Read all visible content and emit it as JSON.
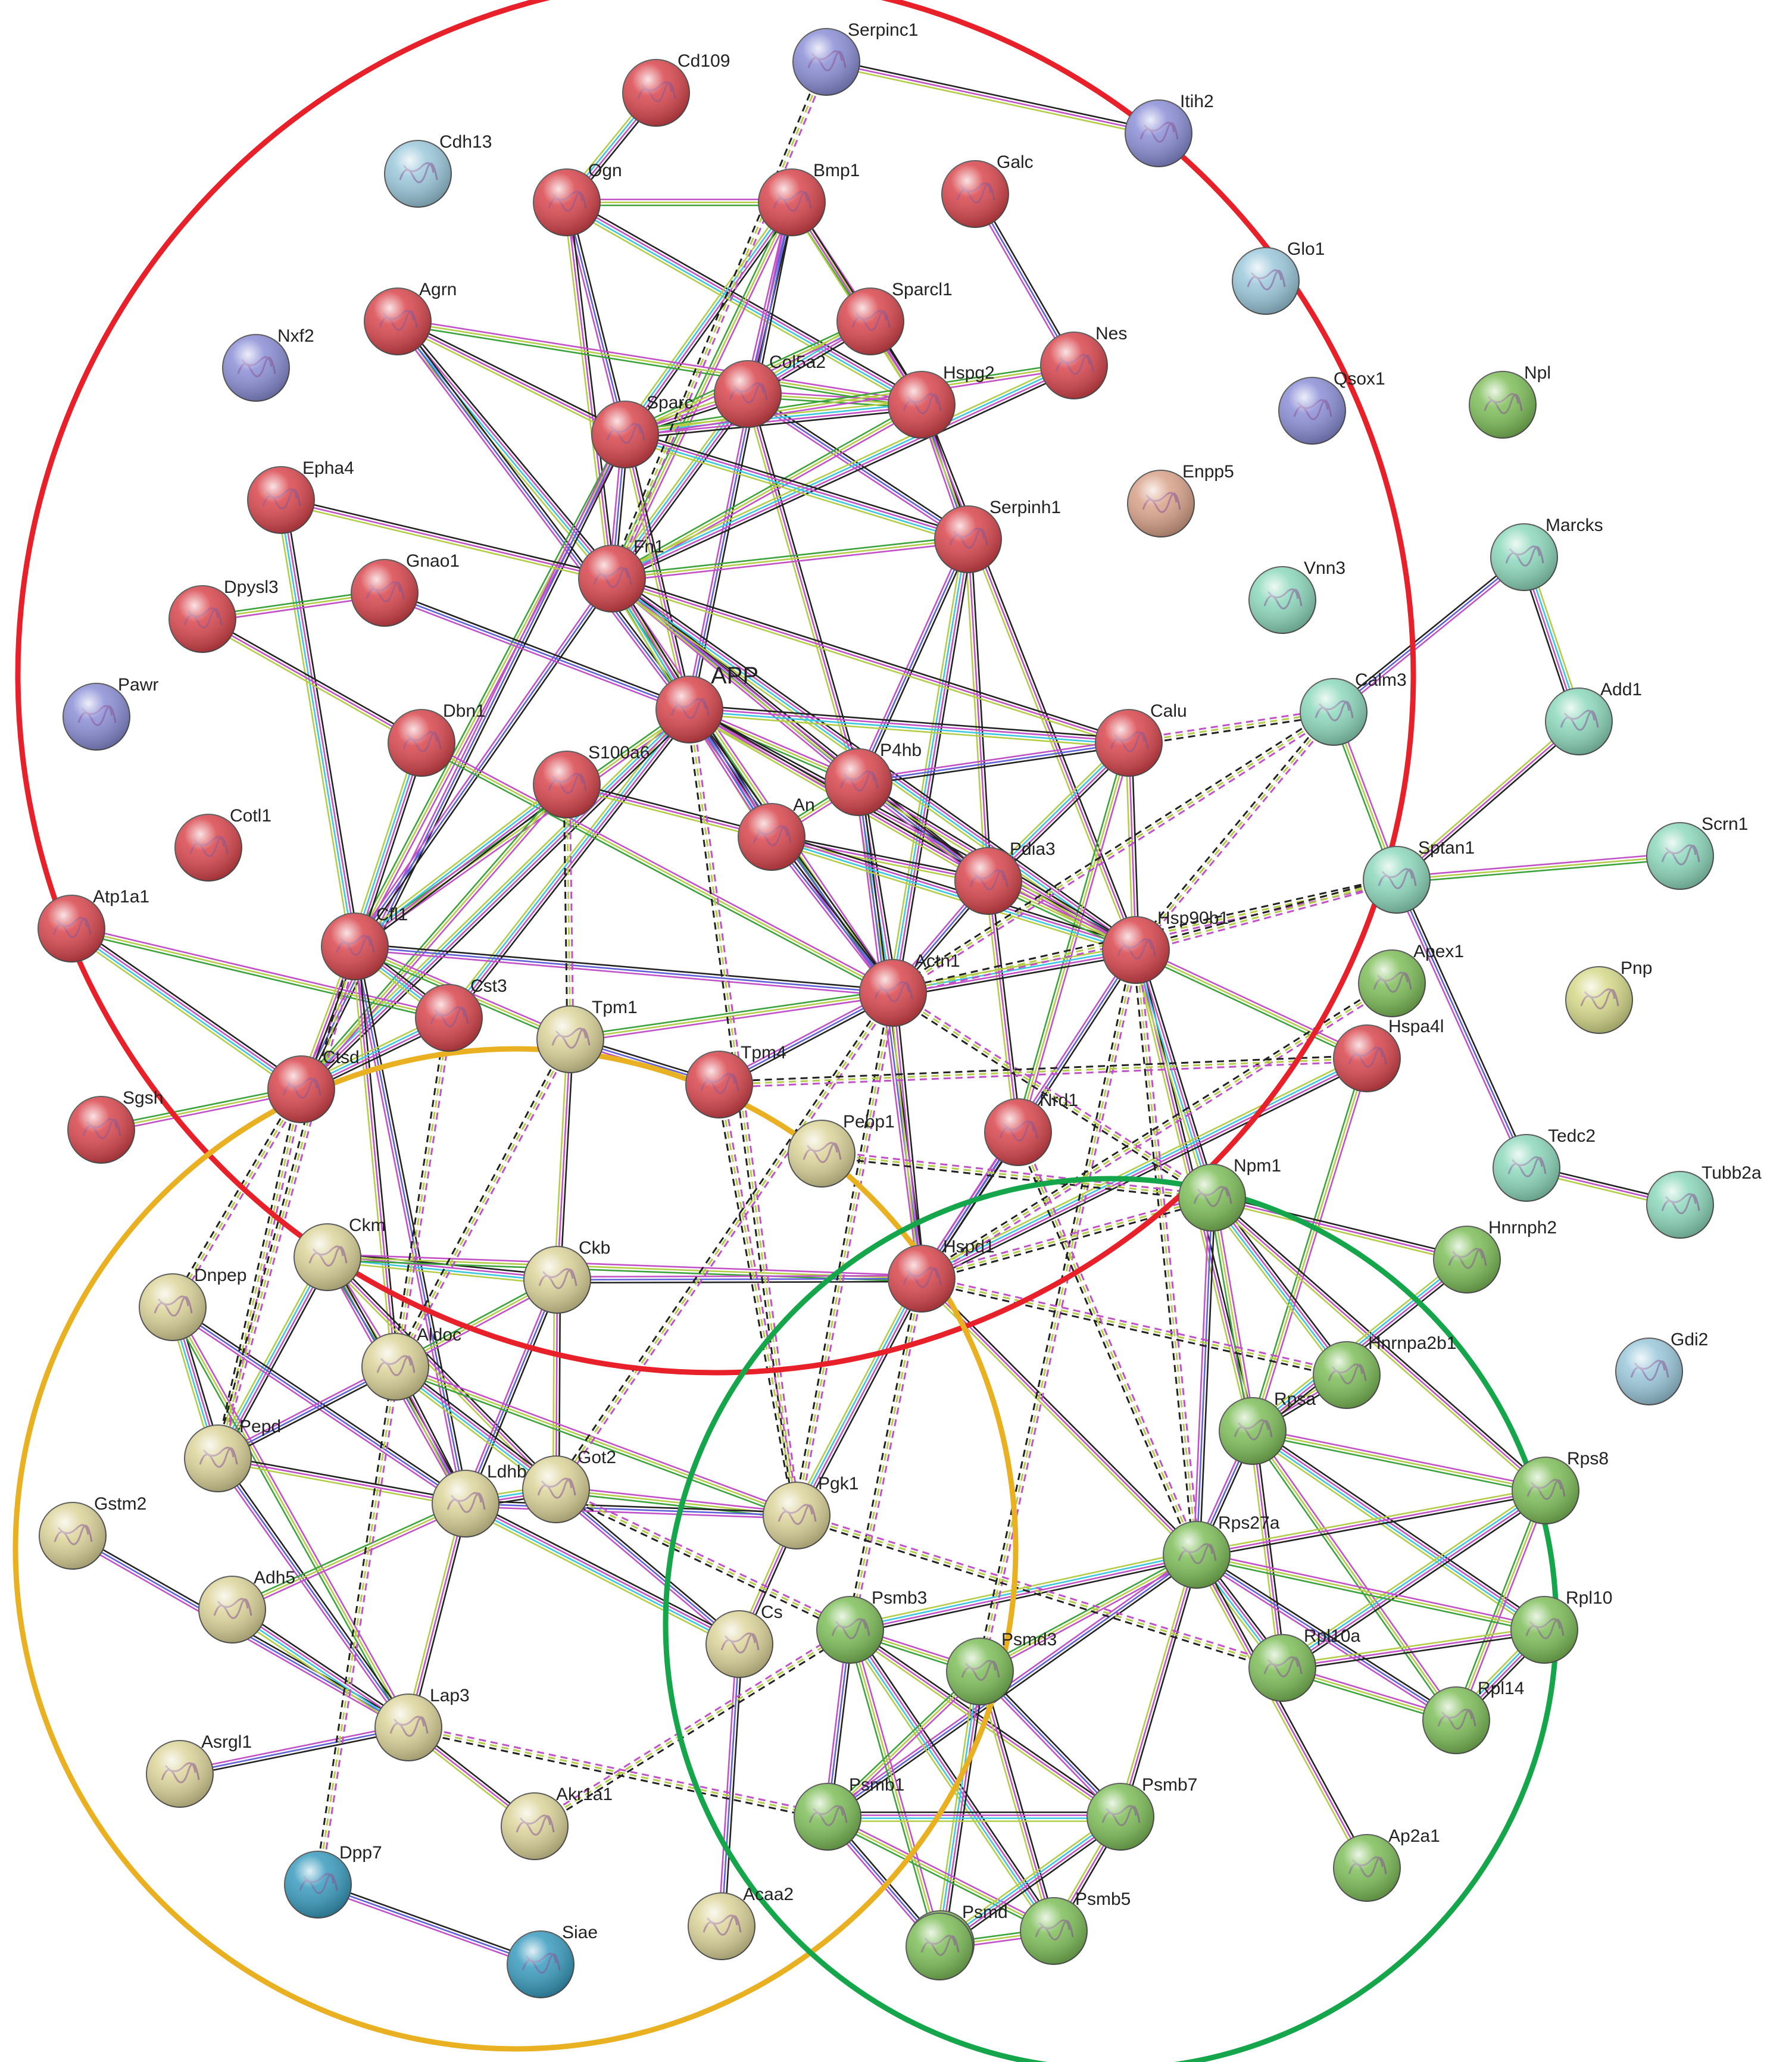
{
  "network": {
    "clusters": [
      {
        "id": "red",
        "color": "#e8202a"
      },
      {
        "id": "gold",
        "color": "#e9b122"
      },
      {
        "id": "green",
        "color": "#15a54b"
      }
    ],
    "node_colors": {
      "red": "#d9474e",
      "khaki": "#dcd49a",
      "green": "#7fbf5a",
      "mint": "#8ed9bd",
      "blue": "#8b8fd6",
      "lightblue": "#9cc9dc",
      "teal": "#3a9cbf",
      "salmon": "#d9a38a",
      "olive": "#d6da8a"
    },
    "edge_colors": {
      "black": "#222222",
      "pink": "#c251c8",
      "lime": "#b4cd46",
      "cyan": "#3bc7e0",
      "green": "#3aa33a",
      "blue": "#6060d8",
      "red": "#e24444"
    },
    "nodes": [
      {
        "id": "Serpinc1",
        "label": "Serpinc1",
        "color": "blue"
      },
      {
        "id": "Cd109",
        "label": "Cd109",
        "color": "red"
      },
      {
        "id": "Itih2",
        "label": "Itih2",
        "color": "blue"
      },
      {
        "id": "Cdh13",
        "label": "Cdh13",
        "color": "lightblue"
      },
      {
        "id": "Ogn",
        "label": "Ogn",
        "color": "red"
      },
      {
        "id": "Bmp1",
        "label": "Bmp1",
        "color": "red"
      },
      {
        "id": "Galc",
        "label": "Galc",
        "color": "red"
      },
      {
        "id": "Glo1",
        "label": "Glo1",
        "color": "lightblue"
      },
      {
        "id": "Sparcl1",
        "label": "Sparcl1",
        "color": "red"
      },
      {
        "id": "Agrn",
        "label": "Agrn",
        "color": "red"
      },
      {
        "id": "Nxf2",
        "label": "Nxf2",
        "color": "blue"
      },
      {
        "id": "Nes",
        "label": "Nes",
        "color": "red"
      },
      {
        "id": "Col5a2",
        "label": "Col5a2",
        "color": "red"
      },
      {
        "id": "Hspg2",
        "label": "Hspg2",
        "color": "red"
      },
      {
        "id": "Qsox1",
        "label": "Qsox1",
        "color": "blue"
      },
      {
        "id": "Npl",
        "label": "Npl",
        "color": "green"
      },
      {
        "id": "Sparc",
        "label": "Sparc",
        "color": "red"
      },
      {
        "id": "Epha4",
        "label": "Epha4",
        "color": "red"
      },
      {
        "id": "Enpp5",
        "label": "Enpp5",
        "color": "salmon"
      },
      {
        "id": "Serpinh1",
        "label": "Serpinh1",
        "color": "red"
      },
      {
        "id": "Marcks",
        "label": "Marcks",
        "color": "mint"
      },
      {
        "id": "Fn1",
        "label": "Fn1",
        "color": "red"
      },
      {
        "id": "Gnao1",
        "label": "Gnao1",
        "color": "red"
      },
      {
        "id": "Dpysl3",
        "label": "Dpysl3",
        "color": "red"
      },
      {
        "id": "Vnn3",
        "label": "Vnn3",
        "color": "mint"
      },
      {
        "id": "APP",
        "label": "APP",
        "color": "red",
        "big": true
      },
      {
        "id": "Pawr",
        "label": "Pawr",
        "color": "blue"
      },
      {
        "id": "Calm3",
        "label": "Calm3",
        "color": "mint"
      },
      {
        "id": "Add1",
        "label": "Add1",
        "color": "mint"
      },
      {
        "id": "Dbn1",
        "label": "Dbn1",
        "color": "red"
      },
      {
        "id": "Calu",
        "label": "Calu",
        "color": "red"
      },
      {
        "id": "P4hb",
        "label": "P4hb",
        "color": "red"
      },
      {
        "id": "S100a6",
        "label": "S100a6",
        "color": "red"
      },
      {
        "id": "Anxa",
        "label": "An",
        "color": "red"
      },
      {
        "id": "Cotl1",
        "label": "Cotl1",
        "color": "red"
      },
      {
        "id": "Sptan1",
        "label": "Sptan1",
        "color": "mint"
      },
      {
        "id": "Scrn1",
        "label": "Scrn1",
        "color": "mint"
      },
      {
        "id": "Pdia3",
        "label": "Pdia3",
        "color": "red"
      },
      {
        "id": "Atp1a1",
        "label": "Atp1a1",
        "color": "red"
      },
      {
        "id": "Cfl1",
        "label": "Cfl1",
        "color": "red"
      },
      {
        "id": "Hsp90b1",
        "label": "Hsp90b1",
        "color": "red"
      },
      {
        "id": "Pnp",
        "label": "Pnp",
        "color": "olive"
      },
      {
        "id": "Apex1",
        "label": "Apex1",
        "color": "green"
      },
      {
        "id": "Actn1",
        "label": "Actn1",
        "color": "red"
      },
      {
        "id": "Cst3",
        "label": "Cst3",
        "color": "red"
      },
      {
        "id": "Tpm1",
        "label": "Tpm1",
        "color": "khaki"
      },
      {
        "id": "Hspa4l",
        "label": "Hspa4l",
        "color": "red"
      },
      {
        "id": "Ctsd",
        "label": "Ctsd",
        "color": "red"
      },
      {
        "id": "Tpm4",
        "label": "Tpm4",
        "color": "red"
      },
      {
        "id": "Nrd1",
        "label": "Nrd1",
        "color": "red"
      },
      {
        "id": "Sgsh",
        "label": "Sgsh",
        "color": "red"
      },
      {
        "id": "Pebp1",
        "label": "Pebp1",
        "color": "khaki"
      },
      {
        "id": "Tedc2",
        "label": "Tedc2",
        "color": "mint"
      },
      {
        "id": "Tubb2a",
        "label": "Tubb2a",
        "color": "mint"
      },
      {
        "id": "Npm1",
        "label": "Npm1",
        "color": "green"
      },
      {
        "id": "Hnrnph2",
        "label": "Hnrnph2",
        "color": "green"
      },
      {
        "id": "Ckm",
        "label": "Ckm",
        "color": "khaki"
      },
      {
        "id": "Hspd1",
        "label": "Hspd1",
        "color": "red"
      },
      {
        "id": "Ckb",
        "label": "Ckb",
        "color": "khaki"
      },
      {
        "id": "Dnpep",
        "label": "Dnpep",
        "color": "khaki"
      },
      {
        "id": "Gdi2",
        "label": "Gdi2",
        "color": "lightblue"
      },
      {
        "id": "Aldoc",
        "label": "Aldoc",
        "color": "khaki"
      },
      {
        "id": "Hnrnpa2b1",
        "label": "Hnrnpa2b1",
        "color": "green"
      },
      {
        "id": "Rpsa",
        "label": "Rpsa",
        "color": "green"
      },
      {
        "id": "Pepd",
        "label": "Pepd",
        "color": "khaki"
      },
      {
        "id": "Got2",
        "label": "Got2",
        "color": "khaki"
      },
      {
        "id": "Rps8",
        "label": "Rps8",
        "color": "green"
      },
      {
        "id": "Ldhb",
        "label": "Ldhb",
        "color": "khaki"
      },
      {
        "id": "Gstm2",
        "label": "Gstm2",
        "color": "khaki"
      },
      {
        "id": "Pgk1",
        "label": "Pgk1",
        "color": "khaki"
      },
      {
        "id": "Rps27a",
        "label": "Rps27a",
        "color": "green"
      },
      {
        "id": "Adh5",
        "label": "Adh5",
        "color": "khaki"
      },
      {
        "id": "Psmb3",
        "label": "Psmb3",
        "color": "green"
      },
      {
        "id": "Cs",
        "label": "Cs",
        "color": "khaki"
      },
      {
        "id": "Rpl10",
        "label": "Rpl10",
        "color": "green"
      },
      {
        "id": "Psmd3",
        "label": "Psmd3",
        "color": "green"
      },
      {
        "id": "Rpl10a",
        "label": "Rpl10a",
        "color": "green"
      },
      {
        "id": "Lap3",
        "label": "Lap3",
        "color": "khaki"
      },
      {
        "id": "Rpl14",
        "label": "Rpl14",
        "color": "green"
      },
      {
        "id": "Asrgl1",
        "label": "Asrgl1",
        "color": "khaki"
      },
      {
        "id": "Akr1a1",
        "label": "Akr1a1",
        "color": "khaki"
      },
      {
        "id": "Psmb1",
        "label": "Psmb1",
        "color": "green"
      },
      {
        "id": "Psmb7",
        "label": "Psmb7",
        "color": "green"
      },
      {
        "id": "Ap2a1",
        "label": "Ap2a1",
        "color": "green"
      },
      {
        "id": "Dpp7",
        "label": "Dpp7",
        "color": "teal"
      },
      {
        "id": "Acaa2",
        "label": "Acaa2",
        "color": "khaki"
      },
      {
        "id": "Psmb5",
        "label": "Psmb5",
        "color": "green"
      },
      {
        "id": "Psmd",
        "label": "Psmd",
        "color": "green"
      },
      {
        "id": "Siae",
        "label": "Siae",
        "color": "teal"
      },
      {
        "id": "Psmb6",
        "label": "",
        "color": "green"
      }
    ],
    "edges": [
      [
        "Serpinc1",
        "Itih2"
      ],
      [
        "Cd109",
        "Ogn"
      ],
      [
        "Ogn",
        "Bmp1"
      ],
      [
        "Ogn",
        "Sparc"
      ],
      [
        "Ogn",
        "Fn1"
      ],
      [
        "Ogn",
        "Hspg2"
      ],
      [
        "Bmp1",
        "Sparcl1"
      ],
      [
        "Bmp1",
        "Col5a2"
      ],
      [
        "Bmp1",
        "Hspg2"
      ],
      [
        "Bmp1",
        "Sparc"
      ],
      [
        "Bmp1",
        "Fn1"
      ],
      [
        "Bmp1",
        "APP"
      ],
      [
        "Sparcl1",
        "Hspg2"
      ],
      [
        "Sparcl1",
        "Col5a2"
      ],
      [
        "Sparcl1",
        "Sparc"
      ],
      [
        "Galc",
        "Nes"
      ],
      [
        "Agrn",
        "Sparc"
      ],
      [
        "Agrn",
        "Fn1"
      ],
      [
        "Agrn",
        "Hspg2"
      ],
      [
        "Agrn",
        "APP"
      ],
      [
        "Col5a2",
        "Sparc"
      ],
      [
        "Col5a2",
        "Fn1"
      ],
      [
        "Col5a2",
        "Hspg2"
      ],
      [
        "Col5a2",
        "Serpinh1"
      ],
      [
        "Col5a2",
        "P4hb"
      ],
      [
        "Hspg2",
        "Sparc"
      ],
      [
        "Hspg2",
        "Fn1"
      ],
      [
        "Hspg2",
        "Serpinh1"
      ],
      [
        "Hspg2",
        "Hsp90b1"
      ],
      [
        "Nes",
        "Fn1"
      ],
      [
        "Nes",
        "Sparc"
      ],
      [
        "Sparc",
        "Fn1"
      ],
      [
        "Sparc",
        "APP"
      ],
      [
        "Sparc",
        "Serpinh1"
      ],
      [
        "Sparc",
        "Cfl1"
      ],
      [
        "Sparc",
        "Ctsd"
      ],
      [
        "Epha4",
        "Fn1"
      ],
      [
        "Epha4",
        "Cfl1"
      ],
      [
        "Serpinh1",
        "Fn1"
      ],
      [
        "Serpinh1",
        "P4hb"
      ],
      [
        "Serpinh1",
        "Pdia3"
      ],
      [
        "Serpinh1",
        "Actn1"
      ],
      [
        "Fn1",
        "APP"
      ],
      [
        "Fn1",
        "P4hb"
      ],
      [
        "Fn1",
        "Pdia3"
      ],
      [
        "Fn1",
        "Hsp90b1"
      ],
      [
        "Fn1",
        "Actn1"
      ],
      [
        "Fn1",
        "Cfl1"
      ],
      [
        "Fn1",
        "Calu"
      ],
      [
        "Fn1",
        "Anxa"
      ],
      [
        "Gnao1",
        "Dpysl3"
      ],
      [
        "Gnao1",
        "APP"
      ],
      [
        "Dpysl3",
        "Dbn1"
      ],
      [
        "APP",
        "Calu"
      ],
      [
        "APP",
        "P4hb"
      ],
      [
        "APP",
        "Anxa"
      ],
      [
        "APP",
        "Hsp90b1"
      ],
      [
        "APP",
        "Cst3"
      ],
      [
        "APP",
        "Cfl1"
      ],
      [
        "APP",
        "Actn1"
      ],
      [
        "APP",
        "Pdia3"
      ],
      [
        "APP",
        "Ctsd"
      ],
      [
        "Calm3",
        "Sptan1"
      ],
      [
        "Calm3",
        "Marcks"
      ],
      [
        "Add1",
        "Sptan1"
      ],
      [
        "Add1",
        "Marcks"
      ],
      [
        "Sptan1",
        "Scrn1"
      ],
      [
        "Sptan1",
        "Tedc2"
      ],
      [
        "Tedc2",
        "Tubb2a"
      ],
      [
        "Dbn1",
        "Cfl1"
      ],
      [
        "Dbn1",
        "Actn1"
      ],
      [
        "Calu",
        "P4hb"
      ],
      [
        "Calu",
        "Hsp90b1"
      ],
      [
        "Calu",
        "Pdia3"
      ],
      [
        "Calu",
        "Nrd1"
      ],
      [
        "P4hb",
        "Pdia3"
      ],
      [
        "P4hb",
        "Hsp90b1"
      ],
      [
        "P4hb",
        "Actn1"
      ],
      [
        "P4hb",
        "Anxa"
      ],
      [
        "P4hb",
        "Hspd1"
      ],
      [
        "S100a6",
        "Anxa"
      ],
      [
        "S100a6",
        "Cfl1"
      ],
      [
        "S100a6",
        "Ctsd"
      ],
      [
        "Anxa",
        "Actn1"
      ],
      [
        "Anxa",
        "Pdia3"
      ],
      [
        "Anxa",
        "Hsp90b1"
      ],
      [
        "Pdia3",
        "Hsp90b1"
      ],
      [
        "Pdia3",
        "Actn1"
      ],
      [
        "Pdia3",
        "Nrd1"
      ],
      [
        "Atp1a1",
        "Ctsd"
      ],
      [
        "Atp1a1",
        "Cst3"
      ],
      [
        "Cfl1",
        "Actn1"
      ],
      [
        "Cfl1",
        "Ctsd"
      ],
      [
        "Cfl1",
        "Cst3"
      ],
      [
        "Cfl1",
        "Tpm1"
      ],
      [
        "Cfl1",
        "Ldhb"
      ],
      [
        "Cfl1",
        "Aldoc"
      ],
      [
        "Hsp90b1",
        "Actn1"
      ],
      [
        "Hsp90b1",
        "Hspa4l"
      ],
      [
        "Hsp90b1",
        "Hspd1"
      ],
      [
        "Hsp90b1",
        "Rpsa"
      ],
      [
        "Hsp90b1",
        "Npm1"
      ],
      [
        "Actn1",
        "Tpm1"
      ],
      [
        "Actn1",
        "Tpm4"
      ],
      [
        "Actn1",
        "Hspd1"
      ],
      [
        "Cst3",
        "Ctsd"
      ],
      [
        "Ctsd",
        "Sgsh"
      ],
      [
        "Tpm1",
        "Tpm4"
      ],
      [
        "Tpm1",
        "Ckb"
      ],
      [
        "Hspa4l",
        "Hspd1"
      ],
      [
        "Hspa4l",
        "Rpsa"
      ],
      [
        "Nrd1",
        "Hspd1"
      ],
      [
        "Npm1",
        "Hnrnph2"
      ],
      [
        "Npm1",
        "Hnrnpa2b1"
      ],
      [
        "Npm1",
        "Rpsa"
      ],
      [
        "Npm1",
        "Rps27a"
      ],
      [
        "Npm1",
        "Rps8"
      ],
      [
        "Ckm",
        "Ckb"
      ],
      [
        "Ckm",
        "Aldoc"
      ],
      [
        "Ckm",
        "Ldhb"
      ],
      [
        "Ckm",
        "Got2"
      ],
      [
        "Ckm",
        "Pepd"
      ],
      [
        "Ckm",
        "Hspd1"
      ],
      [
        "Hspd1",
        "Ckb"
      ],
      [
        "Hspd1",
        "Rps27a"
      ],
      [
        "Hspd1",
        "Pgk1"
      ],
      [
        "Ckb",
        "Aldoc"
      ],
      [
        "Ckb",
        "Ldhb"
      ],
      [
        "Ckb",
        "Got2"
      ],
      [
        "Dnpep",
        "Pepd"
      ],
      [
        "Dnpep",
        "Lap3"
      ],
      [
        "Dnpep",
        "Ldhb"
      ],
      [
        "Aldoc",
        "Ldhb"
      ],
      [
        "Aldoc",
        "Got2"
      ],
      [
        "Aldoc",
        "Pgk1"
      ],
      [
        "Aldoc",
        "Pepd"
      ],
      [
        "Hnrnpa2b1",
        "Rpsa"
      ],
      [
        "Hnrnph2",
        "Rpsa"
      ],
      [
        "Rpsa",
        "Rps8"
      ],
      [
        "Rpsa",
        "Rps27a"
      ],
      [
        "Rpsa",
        "Rpl10a"
      ],
      [
        "Rpsa",
        "Rpl10"
      ],
      [
        "Rpsa",
        "Rpl14"
      ],
      [
        "Pepd",
        "Lap3"
      ],
      [
        "Pepd",
        "Ldhb"
      ],
      [
        "Got2",
        "Ldhb"
      ],
      [
        "Got2",
        "Pgk1"
      ],
      [
        "Got2",
        "Cs"
      ],
      [
        "Rps8",
        "Rps27a"
      ],
      [
        "Rps8",
        "Rpl10a"
      ],
      [
        "Rps8",
        "Rpl14"
      ],
      [
        "Ldhb",
        "Pgk1"
      ],
      [
        "Ldhb",
        "Lap3"
      ],
      [
        "Ldhb",
        "Cs"
      ],
      [
        "Ldhb",
        "Adh5"
      ],
      [
        "Gstm2",
        "Lap3"
      ],
      [
        "Pgk1",
        "Cs"
      ],
      [
        "Rps27a",
        "Psmb3"
      ],
      [
        "Rps27a",
        "Psmd3"
      ],
      [
        "Rps27a",
        "Psmb1"
      ],
      [
        "Rps27a",
        "Psmb7"
      ],
      [
        "Rps27a",
        "Rpl10a"
      ],
      [
        "Rps27a",
        "Rpl10"
      ],
      [
        "Rps27a",
        "Rpl14"
      ],
      [
        "Rps27a",
        "Ap2a1"
      ],
      [
        "Adh5",
        "Lap3"
      ],
      [
        "Psmb3",
        "Psmd3"
      ],
      [
        "Psmb3",
        "Psmb1"
      ],
      [
        "Psmb3",
        "Psmb7"
      ],
      [
        "Psmb3",
        "Psmb5"
      ],
      [
        "Psmb3",
        "Psmb6"
      ],
      [
        "Cs",
        "Acaa2"
      ],
      [
        "Rpl10",
        "Rpl10a"
      ],
      [
        "Rpl10",
        "Rpl14"
      ],
      [
        "Psmd3",
        "Psmb1"
      ],
      [
        "Psmd3",
        "Psmb7"
      ],
      [
        "Psmd3",
        "Psmb5"
      ],
      [
        "Psmd3",
        "Psmb6"
      ],
      [
        "Rpl10a",
        "Rpl14"
      ],
      [
        "Lap3",
        "Asrgl1"
      ],
      [
        "Lap3",
        "Akr1a1"
      ],
      [
        "Psmb1",
        "Psmb7"
      ],
      [
        "Psmb1",
        "Psmb5"
      ],
      [
        "Psmb1",
        "Psmb6"
      ],
      [
        "Psmb7",
        "Psmb5"
      ],
      [
        "Psmb7",
        "Psmb6"
      ],
      [
        "Psmb5",
        "Psmb6"
      ],
      [
        "Dpp7",
        "Siae"
      ]
    ],
    "dashed_edges": [
      [
        "Serpinc1",
        "Fn1"
      ],
      [
        "S100a6",
        "Tpm1"
      ],
      [
        "APP",
        "Pgk1"
      ],
      [
        "Calu",
        "Calm3"
      ],
      [
        "Calm3",
        "Hsp90b1"
      ],
      [
        "Calm3",
        "Actn1"
      ],
      [
        "Sptan1",
        "Actn1"
      ],
      [
        "Sptan1",
        "Hsp90b1"
      ],
      [
        "Hsp90b1",
        "Psmd3"
      ],
      [
        "Hsp90b1",
        "Rps27a"
      ],
      [
        "Actn1",
        "Pgk1"
      ],
      [
        "Actn1",
        "Got2"
      ],
      [
        "Actn1",
        "Npm1"
      ],
      [
        "Hspd1",
        "Hnrnpa2b1"
      ],
      [
        "Hspd1",
        "Npm1"
      ],
      [
        "Hspd1",
        "Psmb3"
      ],
      [
        "Ctsd",
        "Dnpep"
      ],
      [
        "Ctsd",
        "Pepd"
      ],
      [
        "Cfl1",
        "Pepd"
      ],
      [
        "Tpm1",
        "Aldoc"
      ],
      [
        "Tpm4",
        "Pgk1"
      ],
      [
        "Pgk1",
        "Rpl10a"
      ],
      [
        "Got2",
        "Psmb3"
      ],
      [
        "Lap3",
        "Psmb1"
      ],
      [
        "Akr1a1",
        "Psmb3"
      ],
      [
        "Cst3",
        "Dpp7"
      ],
      [
        "Pebp1",
        "Npm1"
      ],
      [
        "Nrd1",
        "Rps27a"
      ],
      [
        "Apex1",
        "Hspd1"
      ],
      [
        "Hspa4l",
        "Tpm4"
      ]
    ]
  }
}
